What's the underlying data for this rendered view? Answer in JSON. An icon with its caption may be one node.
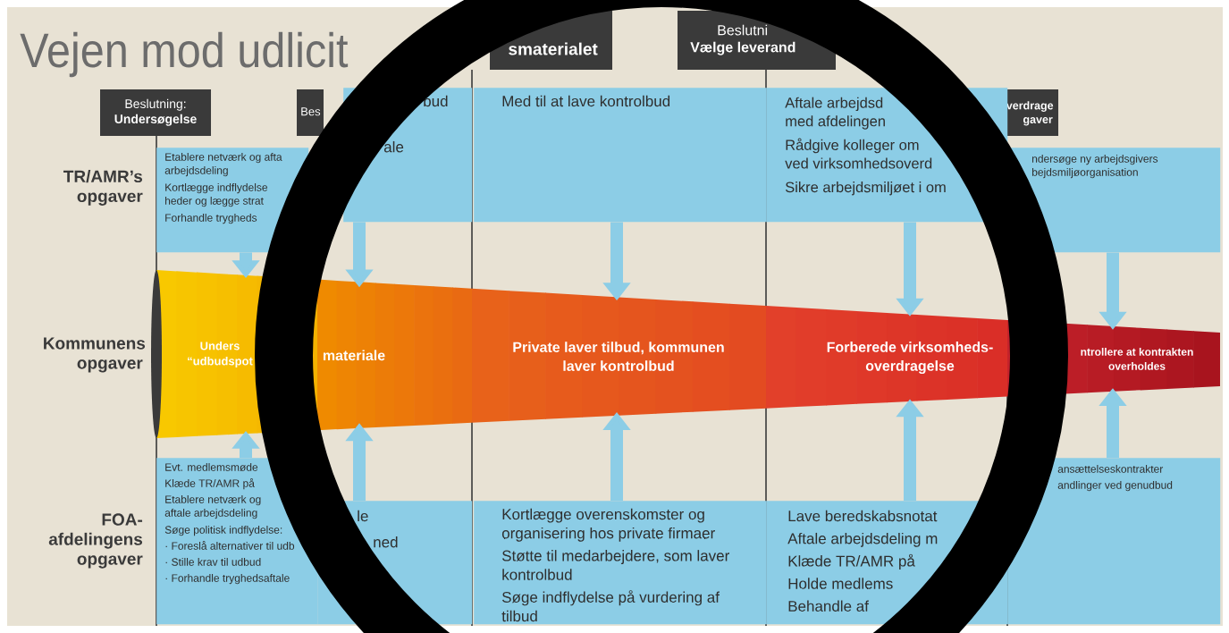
{
  "diagram": {
    "title": "Vejen mod udlicit",
    "nodes": [
      {
        "text": [
          "Beslutning:",
          "Undersøgelse"
        ]
      },
      {
        "text": [
          "Bes"
        ]
      },
      {
        "text": [
          "smaterialet"
        ]
      },
      {
        "text": [
          "Beslutni",
          "Vælge leverand"
        ]
      },
      {
        "text": [
          "verdrage gaver"
        ]
      },
      {
        "text": [
          "Etablere netværk og afta arbejdsdeling",
          "Kortlægge indflydelse heder og lægge strat",
          "Forhandle trygheds"
        ]
      },
      {
        "text": [
          "bud",
          "ale"
        ]
      },
      {
        "text": [
          "Med til at lave kontrolbud"
        ]
      },
      {
        "text": [
          "Aftale arbejdsd med afdelingen",
          "Rådgive kolleger om ved virksomhedsoverd",
          "Sikre arbejdsmiljøet i om"
        ]
      },
      {
        "text": [
          "ndersøge ny arbejdsgivers bejdsmiljøorganisation"
        ]
      },
      {
        "text": [
          "Unders “udbudspot"
        ]
      },
      {
        "text": [
          "materiale"
        ]
      },
      {
        "text": [
          "Private laver tilbud, kommunen laver kontrolbud"
        ]
      },
      {
        "text": [
          "Forberede virksomheds- overdragelse"
        ]
      },
      {
        "text": [
          "ntrollere at kontrakten overholdes"
        ]
      },
      {
        "text": [
          "Evt. medlemsmøde",
          "Klæde TR/AMR på",
          "Etablere netværk og aftale arbejdsdeling",
          "Søge politisk indflydelse:",
          "· Foreslå alternativer til udb",
          "· Stille krav til udbud",
          "· Forhandle tryghedsaftale"
        ]
      },
      {
        "text": [
          "le",
          "ned"
        ]
      },
      {
        "text": [
          "Kortlægge overenskomster og organisering hos private firmaer",
          "Støtte til medarbejdere, som laver kontrolbud",
          "Søge indflydelse på vurdering af tilbud"
        ]
      },
      {
        "text": [
          "Lave beredskabsnotat",
          "Aftale arbejdsdeling m",
          "Klæde TR/AMR på",
          "Holde medlems",
          "Behandle af"
        ]
      },
      {
        "text": [
          "ansættelseskontrakter",
          "andlinger ved genudbud"
        ]
      }
    ],
    "edges": [
      {
        "from": 5,
        "to": 10,
        "arrow": "to"
      },
      {
        "from": 6,
        "to": 11,
        "arrow": "to"
      },
      {
        "from": 7,
        "to": 12,
        "arrow": "to"
      },
      {
        "from": 8,
        "to": 13,
        "arrow": "to"
      },
      {
        "from": 9,
        "to": 14,
        "arrow": "to"
      },
      {
        "from": 15,
        "to": 10,
        "arrow": "to"
      },
      {
        "from": 16,
        "to": 11,
        "arrow": "to"
      },
      {
        "from": 17,
        "to": 12,
        "arrow": "to"
      },
      {
        "from": 18,
        "to": 13,
        "arrow": "to"
      },
      {
        "from": 19,
        "to": 14,
        "arrow": "to"
      }
    ],
    "labels": [
      "TR/AMR’s opgaver",
      "Kommunens opgaver",
      "FOA- afdelingens opgaver"
    ]
  }
}
